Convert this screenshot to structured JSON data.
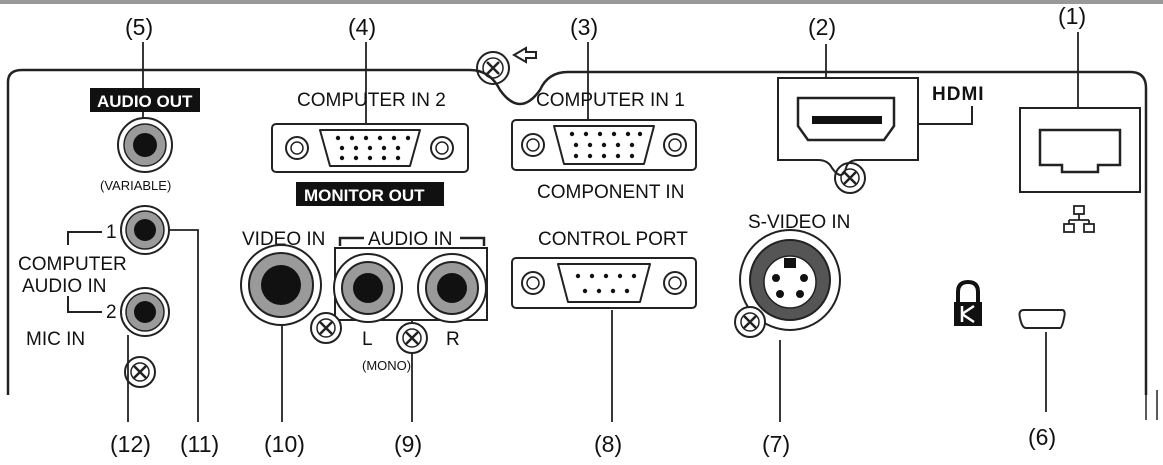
{
  "callouts": {
    "c1": "(1)",
    "c2": "(2)",
    "c3": "(3)",
    "c4": "(4)",
    "c5": "(5)",
    "c6": "(6)",
    "c7": "(7)",
    "c8": "(8)",
    "c9": "(9)",
    "c10": "(10)",
    "c11": "(11)",
    "c12": "(12)"
  },
  "labels": {
    "audio_out": "AUDIO OUT",
    "variable": "(VARIABLE)",
    "computer_in_2": "COMPUTER IN 2",
    "monitor_out": "MONITOR OUT",
    "computer_in_1": "COMPUTER IN 1",
    "component_in": "COMPONENT IN",
    "hdmi": "HDMI",
    "s_video_in": "S-VIDEO IN",
    "control_port": "CONTROL PORT",
    "video_in": "VIDEO IN",
    "audio_in": "AUDIO IN",
    "left": "L",
    "mono": "(MONO)",
    "right": "R",
    "computer": "COMPUTER",
    "audio_in_2": "AUDIO IN",
    "one": "1",
    "two": "2",
    "mic_in": "MIC IN"
  },
  "icons": [
    "lan-icon",
    "kensington-lock-icon",
    "screw-icon",
    "arrow-left-icon"
  ],
  "colors": {
    "line": "#222222",
    "panel": "#ffffff",
    "label_bg": "#111111",
    "topbar": "#999999"
  }
}
